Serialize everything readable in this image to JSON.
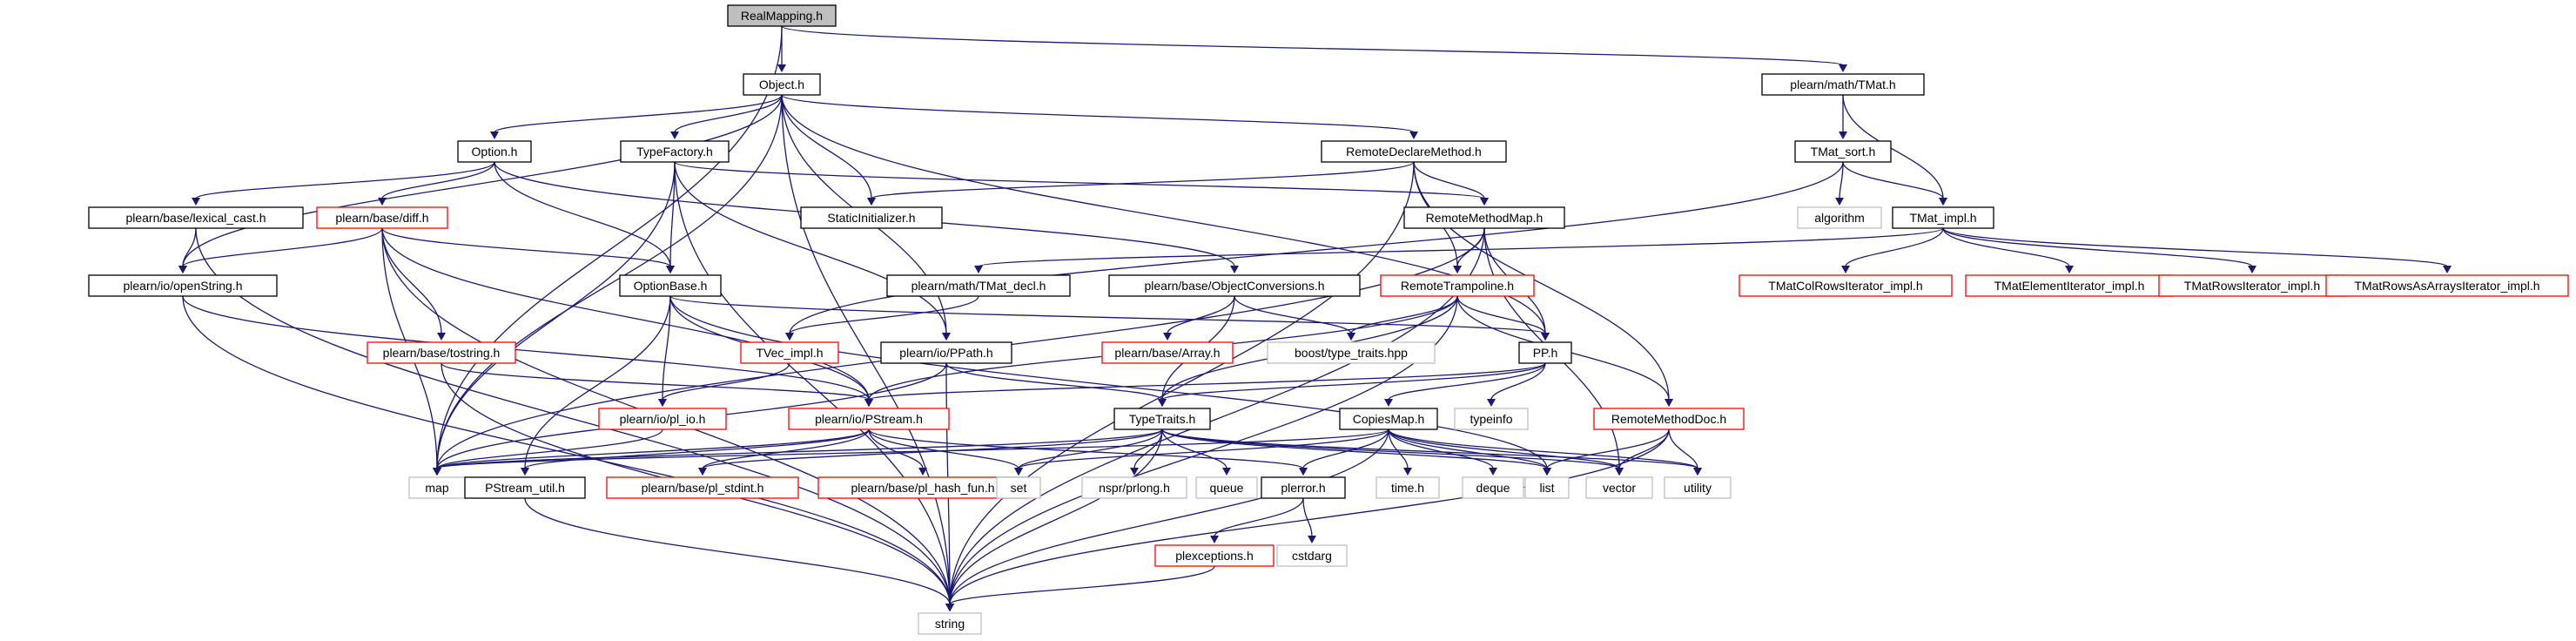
{
  "title": "RealMapping.h",
  "nodes": [
    {
      "id": "RealMapping.h",
      "label": "RealMapping.h",
      "style": "root"
    },
    {
      "id": "Object.h",
      "label": "Object.h",
      "style": "normal"
    },
    {
      "id": "TMat.h",
      "label": "plearn/math/TMat.h",
      "style": "normal"
    },
    {
      "id": "Option.h",
      "label": "Option.h",
      "style": "normal"
    },
    {
      "id": "TypeFactory.h",
      "label": "TypeFactory.h",
      "style": "normal"
    },
    {
      "id": "RemoteDeclareMethod.h",
      "label": "RemoteDeclareMethod.h",
      "style": "normal"
    },
    {
      "id": "TMat_sort.h",
      "label": "TMat_sort.h",
      "style": "normal"
    },
    {
      "id": "lexical_cast.h",
      "label": "plearn/base/lexical_cast.h",
      "style": "normal"
    },
    {
      "id": "diff.h",
      "label": "plearn/base/diff.h",
      "style": "red"
    },
    {
      "id": "StaticInitializer.h",
      "label": "StaticInitializer.h",
      "style": "normal"
    },
    {
      "id": "RemoteMethodMap.h",
      "label": "RemoteMethodMap.h",
      "style": "normal"
    },
    {
      "id": "algorithm",
      "label": "algorithm",
      "style": "gray"
    },
    {
      "id": "TMat_impl.h",
      "label": "TMat_impl.h",
      "style": "normal"
    },
    {
      "id": "openString.h",
      "label": "plearn/io/openString.h",
      "style": "normal"
    },
    {
      "id": "OptionBase.h",
      "label": "OptionBase.h",
      "style": "normal"
    },
    {
      "id": "TMat_decl.h",
      "label": "plearn/math/TMat_decl.h",
      "style": "normal"
    },
    {
      "id": "ObjectConversions.h",
      "label": "plearn/base/ObjectConversions.h",
      "style": "normal"
    },
    {
      "id": "RemoteTrampoline.h",
      "label": "RemoteTrampoline.h",
      "style": "red"
    },
    {
      "id": "TMatColRowsIterator_impl.h",
      "label": "TMatColRowsIterator_impl.h",
      "style": "red"
    },
    {
      "id": "TMatElementIterator_impl.h",
      "label": "TMatElementIterator_impl.h",
      "style": "red"
    },
    {
      "id": "TMatRowsIterator_impl.h",
      "label": "TMatRowsIterator_impl.h",
      "style": "red"
    },
    {
      "id": "TMatRowsAsArraysIterator_impl.h",
      "label": "TMatRowsAsArraysIterator_impl.h",
      "style": "red"
    },
    {
      "id": "tostring.h",
      "label": "plearn/base/tostring.h",
      "style": "red"
    },
    {
      "id": "TVec_impl.h",
      "label": "TVec_impl.h",
      "style": "red"
    },
    {
      "id": "PPath.h",
      "label": "plearn/io/PPath.h",
      "style": "normal"
    },
    {
      "id": "Array.h",
      "label": "plearn/base/Array.h",
      "style": "red"
    },
    {
      "id": "type_traits.hpp",
      "label": "boost/type_traits.hpp",
      "style": "gray"
    },
    {
      "id": "PP.h",
      "label": "PP.h",
      "style": "normal"
    },
    {
      "id": "pl_io.h",
      "label": "plearn/io/pl_io.h",
      "style": "red"
    },
    {
      "id": "PStream.h",
      "label": "plearn/io/PStream.h",
      "style": "red"
    },
    {
      "id": "TypeTraits.h",
      "label": "TypeTraits.h",
      "style": "normal"
    },
    {
      "id": "typeinfo",
      "label": "typeinfo",
      "style": "gray"
    },
    {
      "id": "CopiesMap.h",
      "label": "CopiesMap.h",
      "style": "normal"
    },
    {
      "id": "RemoteMethodDoc.h",
      "label": "RemoteMethodDoc.h",
      "style": "red"
    },
    {
      "id": "map",
      "label": "map",
      "style": "gray"
    },
    {
      "id": "PStream_util.h",
      "label": "PStream_util.h",
      "style": "normal"
    },
    {
      "id": "pl_stdint.h",
      "label": "plearn/base/pl_stdint.h",
      "style": "red"
    },
    {
      "id": "pl_hash_fun.h",
      "label": "plearn/base/pl_hash_fun.h",
      "style": "red"
    },
    {
      "id": "set",
      "label": "set",
      "style": "gray"
    },
    {
      "id": "nspr_prlong.h",
      "label": "nspr/prlong.h",
      "style": "gray"
    },
    {
      "id": "queue",
      "label": "queue",
      "style": "gray"
    },
    {
      "id": "plerror.h",
      "label": "plerror.h",
      "style": "normal"
    },
    {
      "id": "time.h",
      "label": "time.h",
      "style": "gray"
    },
    {
      "id": "deque",
      "label": "deque",
      "style": "gray"
    },
    {
      "id": "list",
      "label": "list",
      "style": "gray"
    },
    {
      "id": "vector",
      "label": "vector",
      "style": "gray"
    },
    {
      "id": "utility",
      "label": "utility",
      "style": "gray"
    },
    {
      "id": "plexceptions.h",
      "label": "plexceptions.h",
      "style": "red"
    },
    {
      "id": "cstdarg",
      "label": "cstdarg",
      "style": "gray"
    },
    {
      "id": "string",
      "label": "string",
      "style": "gray"
    }
  ],
  "edges": [
    [
      "RealMapping.h",
      "Object.h"
    ],
    [
      "RealMapping.h",
      "TMat.h"
    ],
    [
      "RealMapping.h",
      "map"
    ],
    [
      "Object.h",
      "Option.h"
    ],
    [
      "Object.h",
      "TypeFactory.h"
    ],
    [
      "Object.h",
      "RemoteDeclareMethod.h"
    ],
    [
      "Object.h",
      "StaticInitializer.h"
    ],
    [
      "Object.h",
      "openString.h"
    ],
    [
      "Object.h",
      "PPath.h"
    ],
    [
      "Object.h",
      "PP.h"
    ],
    [
      "Object.h",
      "map"
    ],
    [
      "Object.h",
      "string"
    ],
    [
      "TMat.h",
      "TMat_sort.h"
    ],
    [
      "TMat.h",
      "TMat_impl.h"
    ],
    [
      "Option.h",
      "lexical_cast.h"
    ],
    [
      "Option.h",
      "diff.h"
    ],
    [
      "Option.h",
      "OptionBase.h"
    ],
    [
      "Option.h",
      "ObjectConversions.h"
    ],
    [
      "TypeFactory.h",
      "OptionBase.h"
    ],
    [
      "TypeFactory.h",
      "RemoteMethodMap.h"
    ],
    [
      "TypeFactory.h",
      "PPath.h"
    ],
    [
      "TypeFactory.h",
      "map"
    ],
    [
      "TypeFactory.h",
      "string"
    ],
    [
      "RemoteDeclareMethod.h",
      "StaticInitializer.h"
    ],
    [
      "RemoteDeclareMethod.h",
      "RemoteMethodMap.h"
    ],
    [
      "RemoteDeclareMethod.h",
      "RemoteTrampoline.h"
    ],
    [
      "RemoteDeclareMethod.h",
      "RemoteMethodDoc.h"
    ],
    [
      "RemoteDeclareMethod.h",
      "string"
    ],
    [
      "TMat_sort.h",
      "algorithm"
    ],
    [
      "TMat_sort.h",
      "TMat_impl.h"
    ],
    [
      "TMat_sort.h",
      "TVec_impl.h"
    ],
    [
      "lexical_cast.h",
      "openString.h"
    ],
    [
      "lexical_cast.h",
      "string"
    ],
    [
      "diff.h",
      "openString.h"
    ],
    [
      "diff.h",
      "OptionBase.h"
    ],
    [
      "diff.h",
      "tostring.h"
    ],
    [
      "diff.h",
      "PStream.h"
    ],
    [
      "diff.h",
      "map"
    ],
    [
      "diff.h",
      "string"
    ],
    [
      "RemoteMethodMap.h",
      "RemoteTrampoline.h"
    ],
    [
      "RemoteMethodMap.h",
      "PP.h"
    ],
    [
      "RemoteMethodMap.h",
      "map"
    ],
    [
      "RemoteMethodMap.h",
      "string"
    ],
    [
      "RemoteMethodMap.h",
      "vector"
    ],
    [
      "TMat_impl.h",
      "TMat_decl.h"
    ],
    [
      "TMat_impl.h",
      "TMatColRowsIterator_impl.h"
    ],
    [
      "TMat_impl.h",
      "TMatElementIterator_impl.h"
    ],
    [
      "TMat_impl.h",
      "TMatRowsIterator_impl.h"
    ],
    [
      "TMat_impl.h",
      "TMatRowsAsArraysIterator_impl.h"
    ],
    [
      "openString.h",
      "PStream.h"
    ],
    [
      "openString.h",
      "string"
    ],
    [
      "OptionBase.h",
      "PP.h"
    ],
    [
      "OptionBase.h",
      "pl_io.h"
    ],
    [
      "OptionBase.h",
      "PStream.h"
    ],
    [
      "OptionBase.h",
      "PStream_util.h"
    ],
    [
      "OptionBase.h",
      "list"
    ],
    [
      "TMat_decl.h",
      "TVec_impl.h"
    ],
    [
      "ObjectConversions.h",
      "Array.h"
    ],
    [
      "ObjectConversions.h",
      "type_traits.hpp"
    ],
    [
      "ObjectConversions.h",
      "TypeTraits.h"
    ],
    [
      "RemoteTrampoline.h",
      "type_traits.hpp"
    ],
    [
      "RemoteTrampoline.h",
      "PP.h"
    ],
    [
      "RemoteTrampoline.h",
      "RemoteMethodDoc.h"
    ],
    [
      "RemoteTrampoline.h",
      "TypeTraits.h"
    ],
    [
      "RemoteTrampoline.h",
      "PStream.h"
    ],
    [
      "RemoteTrampoline.h",
      "string"
    ],
    [
      "tostring.h",
      "PStream.h"
    ],
    [
      "tostring.h",
      "string"
    ],
    [
      "TVec_impl.h",
      "pl_io.h"
    ],
    [
      "PPath.h",
      "TypeTraits.h"
    ],
    [
      "PPath.h",
      "map"
    ],
    [
      "PPath.h",
      "string"
    ],
    [
      "PP.h",
      "typeinfo"
    ],
    [
      "PP.h",
      "CopiesMap.h"
    ],
    [
      "PP.h",
      "TypeTraits.h"
    ],
    [
      "PP.h",
      "PStream.h"
    ],
    [
      "pl_io.h",
      "map"
    ],
    [
      "PStream.h",
      "map"
    ],
    [
      "PStream.h",
      "PStream_util.h"
    ],
    [
      "PStream.h",
      "pl_stdint.h"
    ],
    [
      "PStream.h",
      "pl_hash_fun.h"
    ],
    [
      "PStream.h",
      "set"
    ],
    [
      "PStream.h",
      "plerror.h"
    ],
    [
      "TypeTraits.h",
      "map"
    ],
    [
      "TypeTraits.h",
      "set"
    ],
    [
      "TypeTraits.h",
      "nspr_prlong.h"
    ],
    [
      "TypeTraits.h",
      "queue"
    ],
    [
      "TypeTraits.h",
      "list"
    ],
    [
      "TypeTraits.h",
      "vector"
    ],
    [
      "TypeTraits.h",
      "string"
    ],
    [
      "TypeTraits.h",
      "pl_stdint.h"
    ],
    [
      "TypeTraits.h",
      "utility"
    ],
    [
      "CopiesMap.h",
      "map"
    ],
    [
      "CopiesMap.h",
      "set"
    ],
    [
      "CopiesMap.h",
      "plerror.h"
    ],
    [
      "CopiesMap.h",
      "time.h"
    ],
    [
      "CopiesMap.h",
      "deque"
    ],
    [
      "CopiesMap.h",
      "list"
    ],
    [
      "CopiesMap.h",
      "vector"
    ],
    [
      "CopiesMap.h",
      "utility"
    ],
    [
      "CopiesMap.h",
      "string"
    ],
    [
      "RemoteMethodDoc.h",
      "list"
    ],
    [
      "RemoteMethodDoc.h",
      "vector"
    ],
    [
      "RemoteMethodDoc.h",
      "utility"
    ],
    [
      "RemoteMethodDoc.h",
      "string"
    ],
    [
      "PStream_util.h",
      "string"
    ],
    [
      "plerror.h",
      "plexceptions.h"
    ],
    [
      "plerror.h",
      "cstdarg"
    ],
    [
      "plexceptions.h",
      "string"
    ]
  ]
}
